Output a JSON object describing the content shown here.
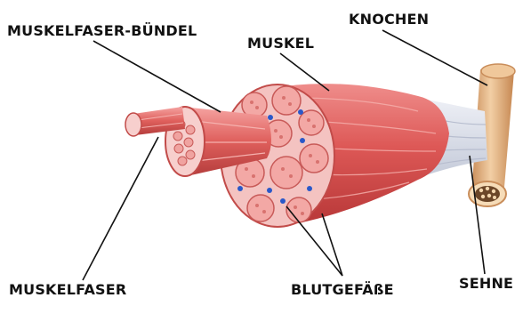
{
  "labels": {
    "bundle": "MUSKELFASER-BÜNDEL",
    "muscle": "MUSKEL",
    "bone": "KNOCHEN",
    "fiber": "MUSKELFASER",
    "vessels": "BLUTGEFÄßE",
    "tendon": "SEHNE"
  },
  "colors": {
    "muscle": "#d9534f",
    "muscle_light": "#ef8b8b",
    "muscle_dark": "#b8383a",
    "cross_section": "#f6c9c7",
    "fascicle": "#f3a9a6",
    "vessel": "#2a58c9",
    "tendon": "#dfe3ee",
    "bone": "#e5b58a",
    "bone_dark": "#c98d5a",
    "marrow": "#5a3a22",
    "leader": "#111111"
  }
}
